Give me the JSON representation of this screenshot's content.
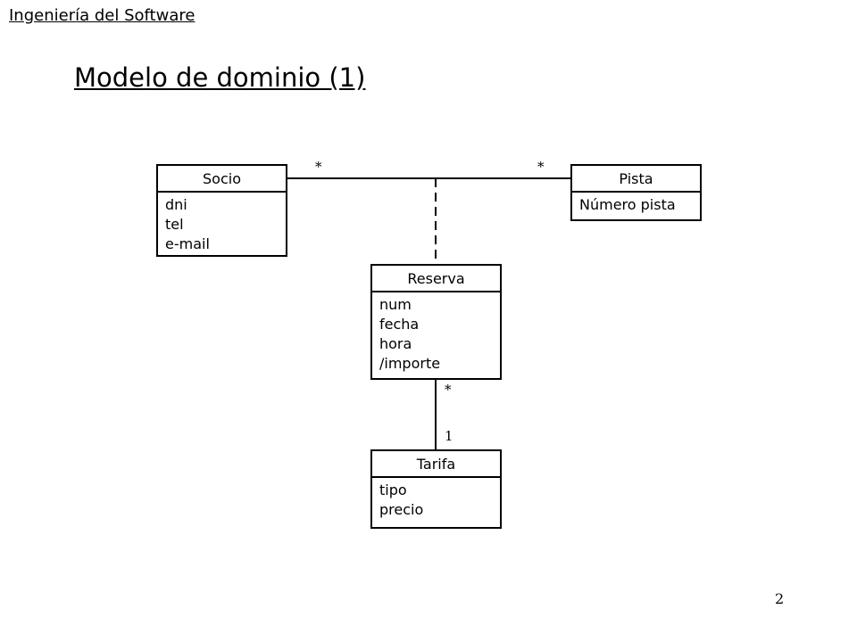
{
  "header": {
    "course": "Ingeniería del Software"
  },
  "slide": {
    "title": "Modelo de dominio (1)",
    "page_number": "2"
  },
  "classes": {
    "socio": {
      "name": "Socio",
      "attributes": [
        "dni",
        "tel",
        "e-mail"
      ]
    },
    "pista": {
      "name": "Pista",
      "attributes": [
        "Número pista"
      ]
    },
    "reserva": {
      "name": "Reserva",
      "attributes": [
        "num",
        "fecha",
        "hora",
        "/importe"
      ]
    },
    "tarifa": {
      "name": "Tarifa",
      "attributes": [
        "tipo",
        "precio"
      ]
    }
  },
  "associations": {
    "socio_pista": {
      "socio_end": "*",
      "pista_end": "*",
      "association_class": "Reserva"
    },
    "reserva_tarifa": {
      "reserva_end": "*",
      "tarifa_end": "1"
    }
  }
}
